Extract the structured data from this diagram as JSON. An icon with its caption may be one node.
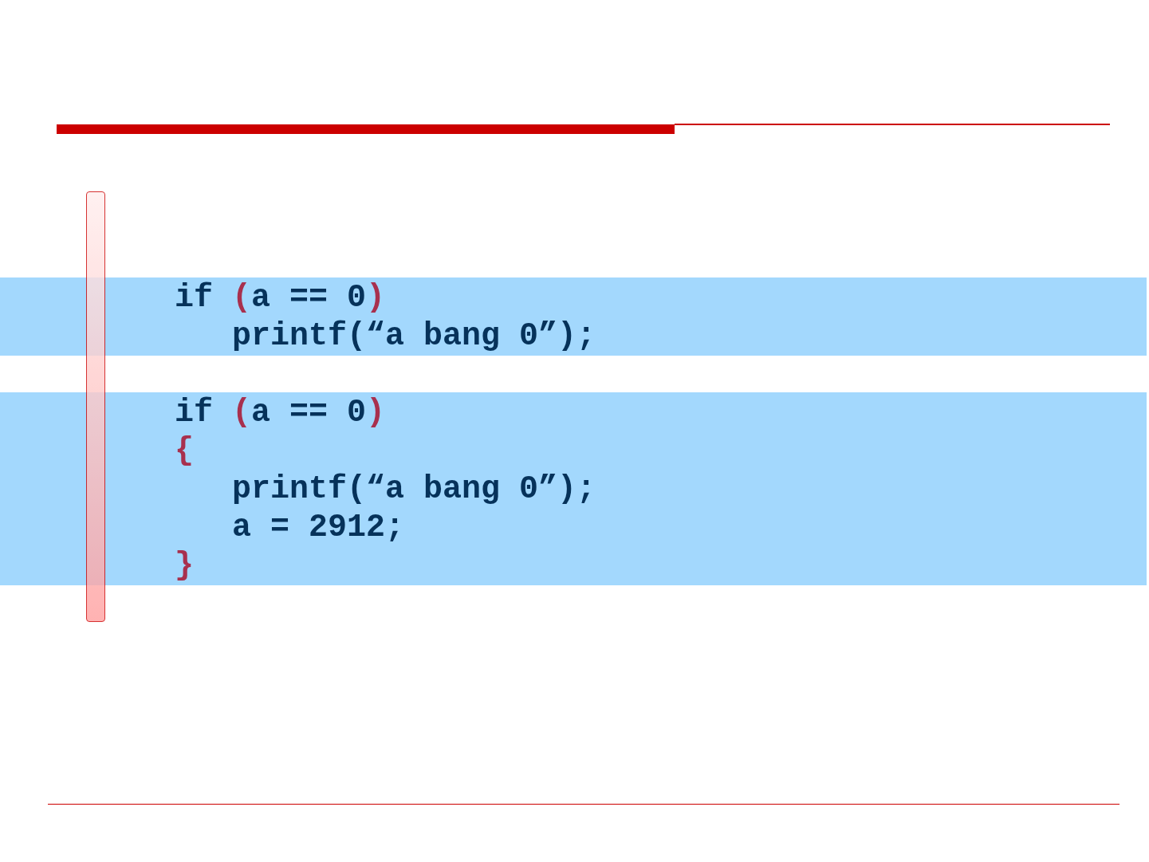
{
  "diagram": {
    "nodes": [
      {
        "text": [
          "if (a == 0)",
          "printf(“a bang 0”);"
        ]
      },
      {
        "text": [
          "if (a == 0)",
          "{",
          "printf(“a bang 0”);",
          "a = 2912;",
          "}"
        ]
      }
    ]
  }
}
